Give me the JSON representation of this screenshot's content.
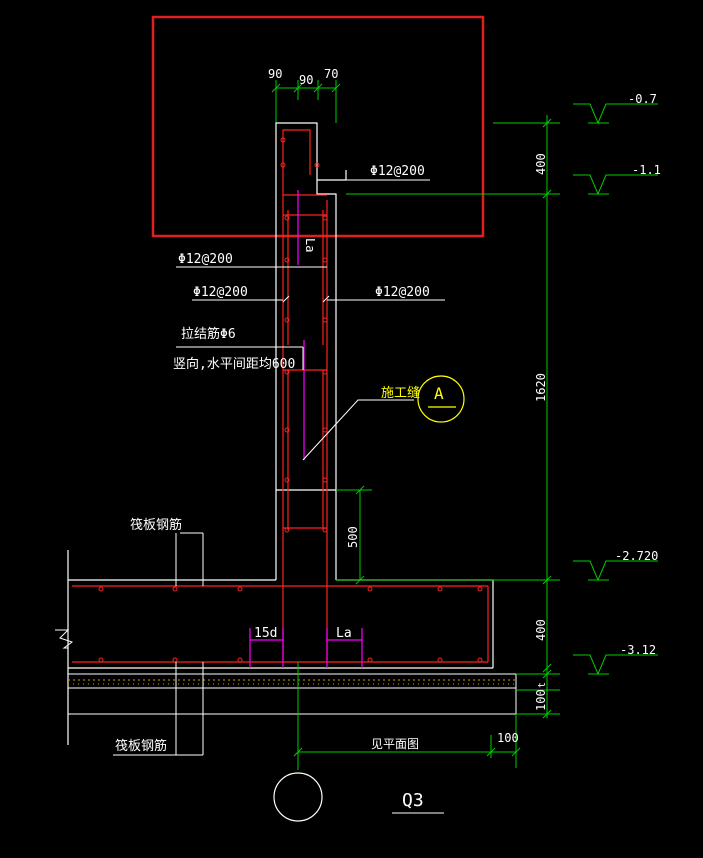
{
  "canvas_bg": "#000000",
  "colors": {
    "outline": "#ffffff",
    "dimension": "#00cc00",
    "rebar": "#ff2020",
    "magenta": "#ff00ff",
    "highlight_box": "#e02020",
    "annotation": "#ffff00",
    "text": "#ffffff",
    "gravel": "#c8a000"
  },
  "top_dims": {
    "d1": "90",
    "d2": "90",
    "d3": "70"
  },
  "labels": {
    "bar_top": "Φ12@200",
    "la_vertical": "La",
    "bar_left_1": "Φ12@200",
    "bar_left_2": "Φ12@200",
    "bar_right": "Φ12@200",
    "tie_bar": "拉结筋Φ6",
    "tie_spacing": "竖向,水平间距均600",
    "construction_joint": "施工缝",
    "detail_mark": "A",
    "raft_rebar_top": "筏板钢筋",
    "raft_rebar_bottom": "筏板钢筋",
    "anchor_left": "15d",
    "anchor_right": "La",
    "see_plan": "见平面图",
    "right_offset": "100",
    "axis_number": "",
    "section_name": "Q3"
  },
  "vertical_dims": {
    "d400a": "400",
    "d1620": "1620",
    "d500": "500",
    "d400b": "400",
    "d100": "100"
  },
  "elevations": {
    "e1": "-0.7",
    "e2": "-1.1",
    "e3": "-2.720",
    "e4": "-3.12"
  }
}
